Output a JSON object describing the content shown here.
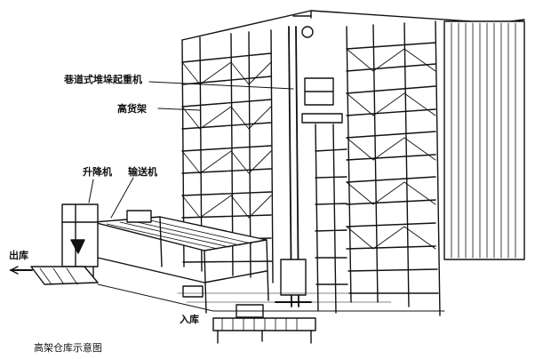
{
  "labels": {
    "stacker_crane": "巷道式堆垛起重机",
    "high_rack": "高货架",
    "elevator": "升降机",
    "conveyor": "输送机",
    "outbound": "出库",
    "inbound": "入库"
  },
  "caption": "高架仓库示意图"
}
